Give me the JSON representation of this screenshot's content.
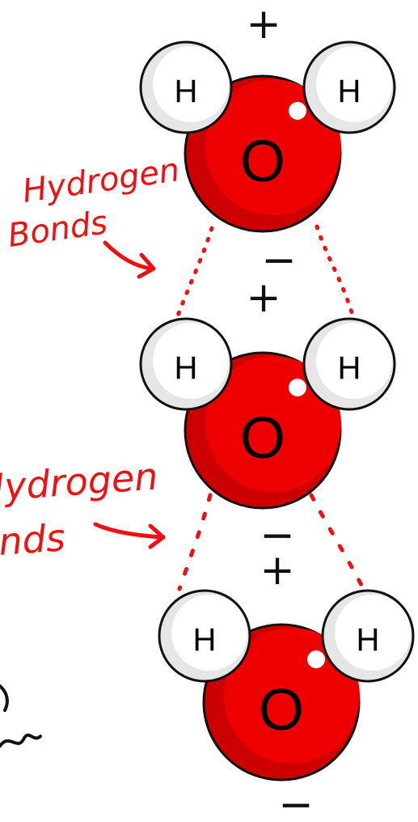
{
  "colors": {
    "oxygen": "#ee0000",
    "oxygen_shade": "#cc0000",
    "hydrogen": "#ffffff",
    "hydrogen_shade": "#e6e6e6",
    "outline": "#111111",
    "annotation": "#ee1111",
    "charge": "#111111"
  },
  "molecules": [
    {
      "oxygen": "O",
      "hydrogen_left": "H",
      "hydrogen_right": "H",
      "charge_top": "+",
      "charge_bottom": "−"
    },
    {
      "oxygen": "O",
      "hydrogen_left": "H",
      "hydrogen_right": "H",
      "charge_top": "+",
      "charge_bottom": "−"
    },
    {
      "oxygen": "O",
      "hydrogen_left": "H",
      "hydrogen_right": "H",
      "charge_top": "+",
      "charge_bottom": "−"
    }
  ],
  "annotations": [
    {
      "line1": "Hydrogen",
      "line2": "Bonds"
    },
    {
      "line1": "Hydrogen",
      "line2": "Bonds"
    }
  ]
}
